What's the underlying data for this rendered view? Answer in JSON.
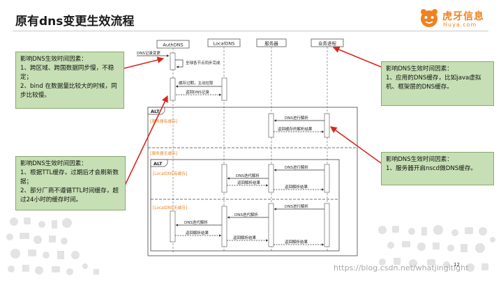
{
  "slide": {
    "title": "原有dns变更生效流程",
    "page_number": "12",
    "watermark": "https://blog.csdn.net/whatjingitight"
  },
  "logo": {
    "text_cn": "虎牙信息",
    "text_en": "Huya.com"
  },
  "participants": {
    "authdns": "AuthDNS",
    "localdns": "LocalDNS",
    "server": "服务器",
    "business": "业务进程"
  },
  "messages": {
    "dns_change": "DNS记录变更",
    "global_sync": "全球各节点同步完成",
    "cache_expire": "缓存过期，主动拉取",
    "return_record": "返回DNS记录",
    "server_dns_resolve_1": "DNS进行解析",
    "return_cached_result": "返回缓存的解析结果",
    "localdns_resolve_a": "DNS进行解析",
    "iterative_a": "DNS迭代解析",
    "return_result_a1": "返回解析结果",
    "return_result_a2": "返回解析结果",
    "localdns_resolve_b": "DNS进行解析",
    "iterative_b_local": "DNS迭代解析",
    "iterative_b_auth": "DNS迭代解析",
    "return_result_b1": "返回解析结果",
    "return_result_b2": "返回解析结果",
    "return_result_b3": "返回解析结果"
  },
  "fragments": {
    "outer_tag": "ALT",
    "inner_tag": "ALT",
    "server_cached": "[服务器有缓存]",
    "server_no_cache": "[服务器无缓存]",
    "localdns_cached": "[LocalDNS有缓存]",
    "localdns_no_cache": "[LocalDNS无缓存]"
  },
  "notes": {
    "left_top": {
      "heading": "影响DNS生效时间因素：",
      "line1": "1、跨区域、跨国数据同步慢，不稳定；",
      "line2": "2、bind 在数据量比较大的时候，同步比较慢。"
    },
    "left_bottom": {
      "heading": "影响DNS生效时间因素：",
      "line1": "1、根据TTL缓存，过期后才会刷新数据；",
      "line2": "2、部分厂商不遵循TTL时间缓存，超过24小时的缓存时间。"
    },
    "right_top": {
      "heading": "影响DNS生效时间因素：",
      "line1": "1、应用的DNS缓存，比如java虚拟机、框架层的DNS缓存。"
    },
    "right_bottom": {
      "heading": "影响DNS生效时间因素：",
      "line1": "1、服务器开启nscd做DNS缓存。"
    }
  },
  "colors": {
    "note_fill": "#c6dfb4",
    "note_border": "#8aa870",
    "arrow_red": "#d7261e",
    "fragment_label": "#f0821e",
    "brand_orange": "#f0821e"
  }
}
